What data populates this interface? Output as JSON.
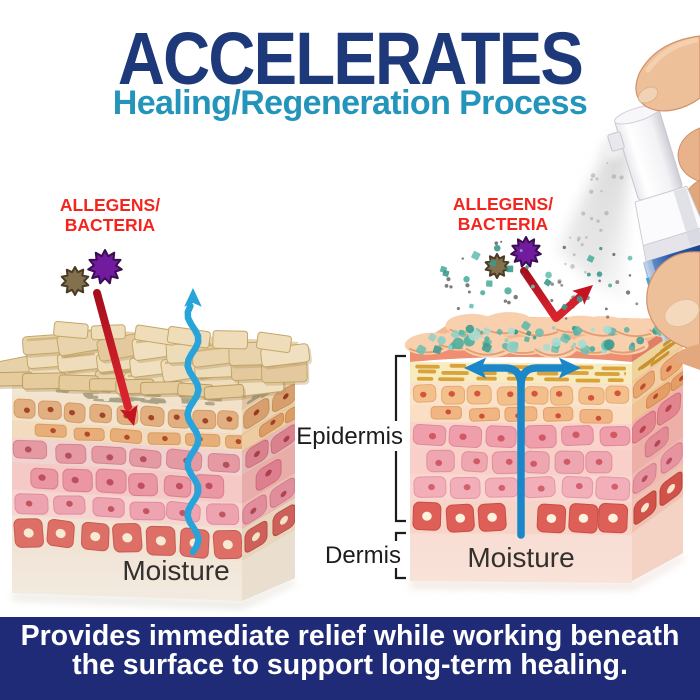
{
  "header": {
    "title": "ACCELERATES",
    "subtitle": "Healing/Regeneration Process"
  },
  "left_diagram": {
    "threat_label_line1": "ALLEGENS/",
    "threat_label_line2": "BACTERIA",
    "moisture_label": "Moisture"
  },
  "right_diagram": {
    "threat_label_line1": "ALLEGENS/",
    "threat_label_line2": "BACTERIA",
    "moisture_label": "Moisture",
    "epidermis_label": "Epidermis",
    "dermis_label": "Dermis"
  },
  "banner": {
    "line1": "Provides immediate relief while working beneath",
    "line2": "the surface to support long-term healing."
  },
  "colors": {
    "title_navy": "#1d3979",
    "subtitle_teal": "#2395bb",
    "banner_bg": "#1f2b77",
    "banner_text": "#ffffff",
    "threat_label_red": "#f3261f",
    "arrow_red": "#c41421",
    "arrow_cyan": "#28a4da",
    "arrow_blue": "#1a87c9",
    "germ_purple": "#731b9e",
    "germ_brown": "#83704c",
    "label_dark": "#2b2a29",
    "moisture_particle_teal": "#4fae9f"
  }
}
